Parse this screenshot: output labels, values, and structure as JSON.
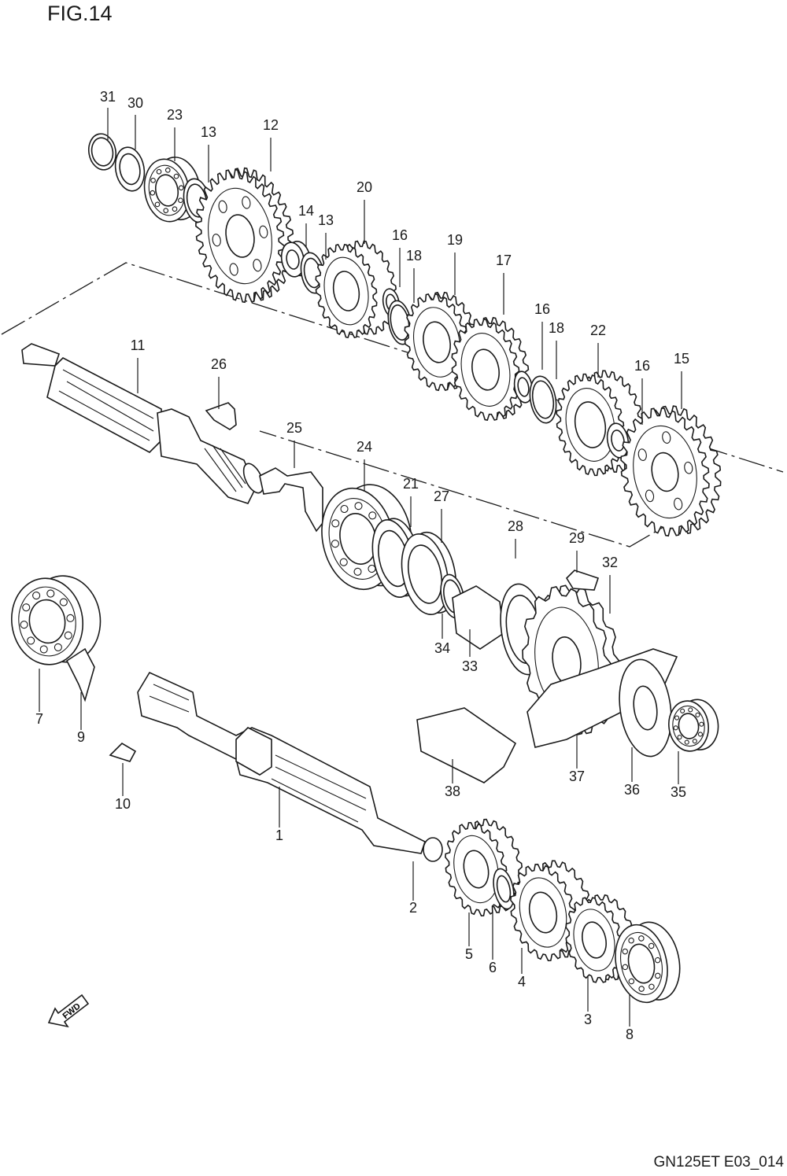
{
  "figure_title": "FIG.14",
  "diagram_code": "GN125ET E03_014",
  "fwd_arrow_label": "FWD",
  "part_numbers": {
    "p1": "1",
    "p2": "2",
    "p3": "3",
    "p4": "4",
    "p5": "5",
    "p6": "6",
    "p7": "7",
    "p8": "8",
    "p9": "9",
    "p10": "10",
    "p11": "11",
    "p12": "12",
    "p13a": "13",
    "p13b": "13",
    "p14": "14",
    "p15": "15",
    "p16a": "16",
    "p16b": "16",
    "p16c": "16",
    "p17": "17",
    "p18a": "18",
    "p18b": "18",
    "p19": "19",
    "p20": "20",
    "p21": "21",
    "p22": "22",
    "p23": "23",
    "p24": "24",
    "p25": "25",
    "p26": "26",
    "p27": "27",
    "p28": "28",
    "p29": "29",
    "p30": "30",
    "p31": "31",
    "p32": "32",
    "p33": "33",
    "p34": "34",
    "p35": "35",
    "p36": "36",
    "p37": "37",
    "p38": "38"
  }
}
